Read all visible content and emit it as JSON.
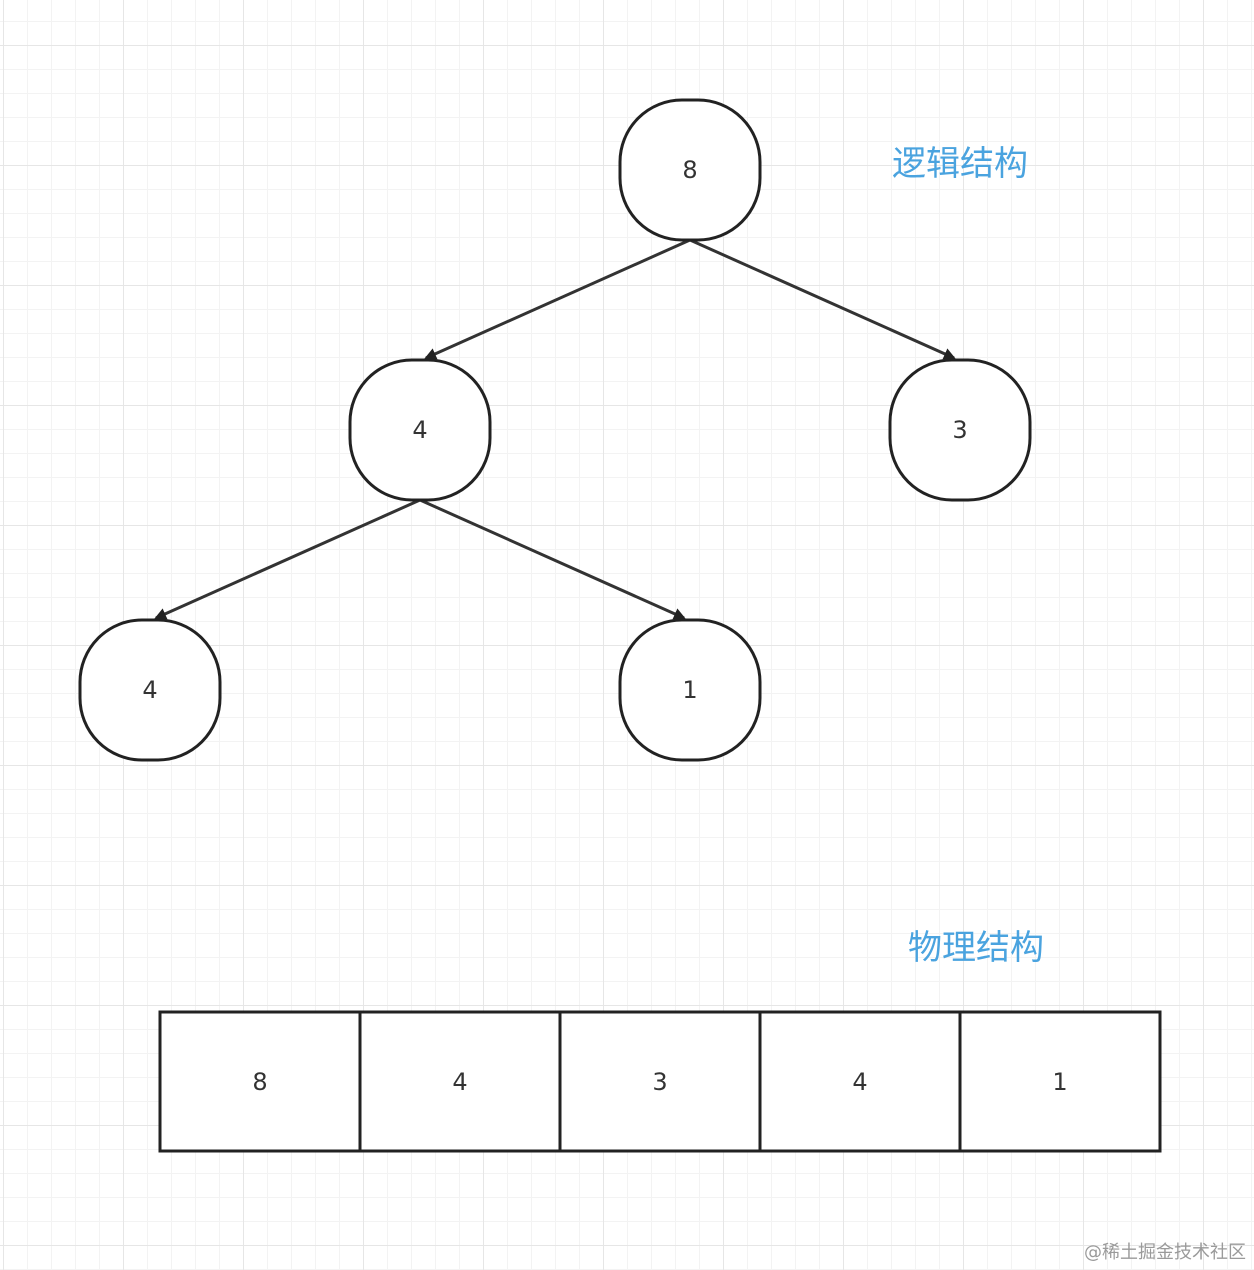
{
  "labels": {
    "logical_structure": "逻辑结构",
    "physical_structure": "物理结构"
  },
  "tree": {
    "root": "8",
    "level1": [
      "4",
      "3"
    ],
    "level2": [
      "4",
      "1"
    ]
  },
  "array": {
    "cells": [
      "8",
      "4",
      "3",
      "4",
      "1"
    ]
  },
  "watermark": "@稀土掘金技术社区",
  "colors": {
    "title": "#4aa3df",
    "stroke": "#222222",
    "text": "#333333"
  }
}
